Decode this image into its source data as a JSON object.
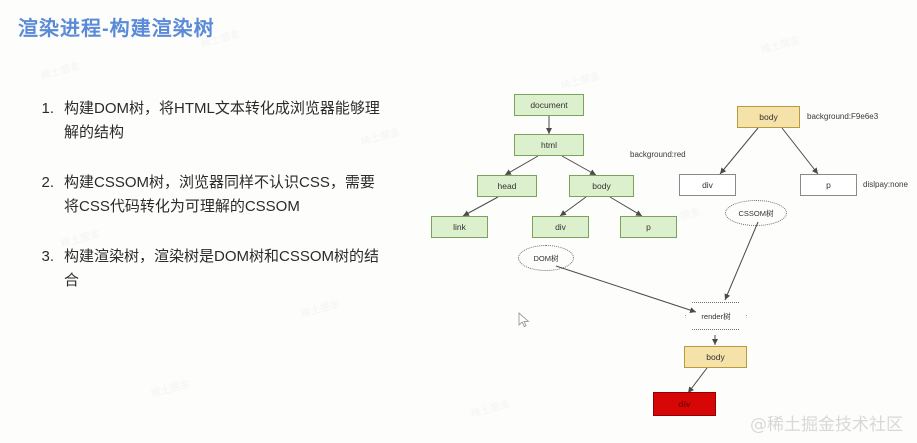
{
  "slide": {
    "title": "渲染进程-构建渲染树",
    "title_color": "#5b8bd6"
  },
  "bullets": [
    {
      "num": "1.",
      "text": "构建DOM树，将HTML文本转化成浏览器能够理解的结构"
    },
    {
      "num": "2.",
      "text": "构建CSSOM树，浏览器同样不认识CSS，需要将CSS代码转化为可理解的CSSOM"
    },
    {
      "num": "3.",
      "text": "构建渲染树，渲染树是DOM树和CSSOM树的结合"
    }
  ],
  "diagram": {
    "dom_tree": {
      "nodes": [
        {
          "label": "document",
          "color": "#ddf0cd"
        },
        {
          "label": "html",
          "color": "#ddf0cd"
        },
        {
          "label": "head",
          "color": "#ddf0cd"
        },
        {
          "label": "body",
          "color": "#ddf0cd"
        },
        {
          "label": "link",
          "color": "#ddf0cd"
        },
        {
          "label": "div",
          "color": "#ddf0cd"
        },
        {
          "label": "p",
          "color": "#ddf0cd"
        }
      ],
      "caption": "DOM树"
    },
    "cssom_tree": {
      "nodes": [
        {
          "label": "body",
          "color": "#f5e2a8"
        },
        {
          "label": "div",
          "color": "#ffffff"
        },
        {
          "label": "p",
          "color": "#ffffff"
        }
      ],
      "annotations": [
        "background:F9e6e3",
        "background:red",
        "dislpay:none"
      ],
      "caption": "CSSOM树"
    },
    "render_tree": {
      "caption": "render树",
      "nodes": [
        {
          "label": "body",
          "color": "#f5e2a8"
        },
        {
          "label": "div",
          "color": "#d80707"
        }
      ]
    }
  },
  "watermark": {
    "main": "@稀土掘金技术社区",
    "tile": "稀土掘金"
  }
}
